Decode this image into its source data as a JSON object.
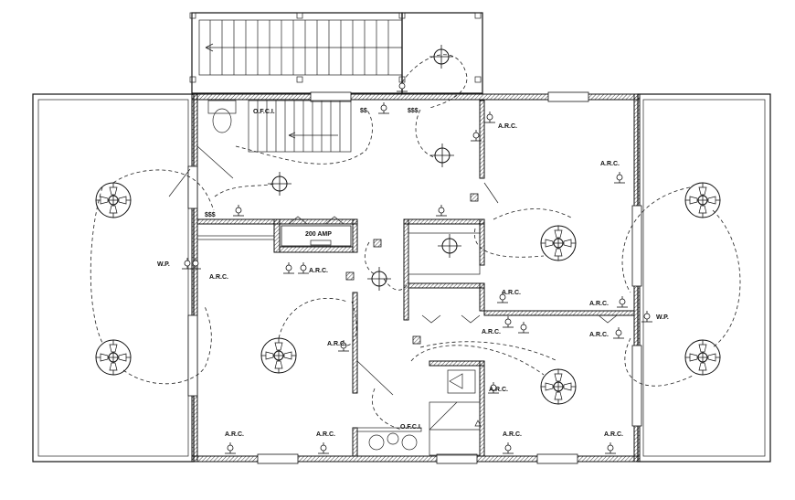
{
  "plan": {
    "labels": {
      "ofci_top": "O.F.C.I.",
      "ofci_bottom": "O.F.C.I.",
      "amp_panel": "200 AMP",
      "wp_left": "W.P.",
      "wp_right": "W.P.",
      "arc": "A.R.C.",
      "sss": "$$$",
      "ss": "$$"
    },
    "symbols": {
      "ceiling_fan": "ceiling-fan-icon",
      "light": "ceiling-light-icon",
      "outlet": "outlet-icon",
      "smoke": "smoke-detector-icon"
    },
    "colors": {
      "line": "#111111",
      "background": "#ffffff"
    }
  }
}
